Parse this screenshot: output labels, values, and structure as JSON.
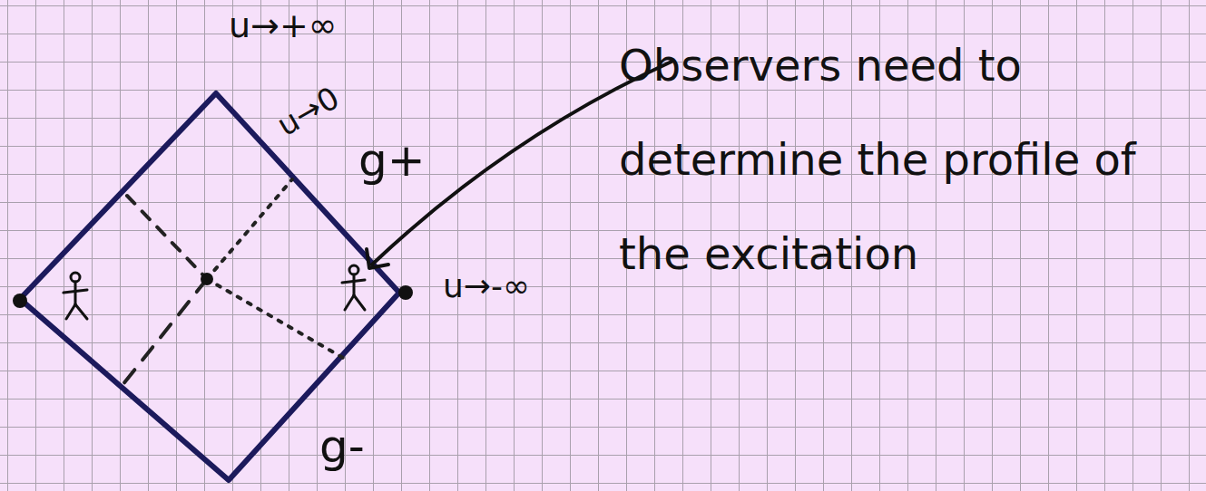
{
  "diagram": {
    "labels": [
      "u→+∞",
      "u→0",
      "g+",
      "u→-∞",
      "g-",
      "Observers need to determine the profile of the excitation"
    ]
  }
}
